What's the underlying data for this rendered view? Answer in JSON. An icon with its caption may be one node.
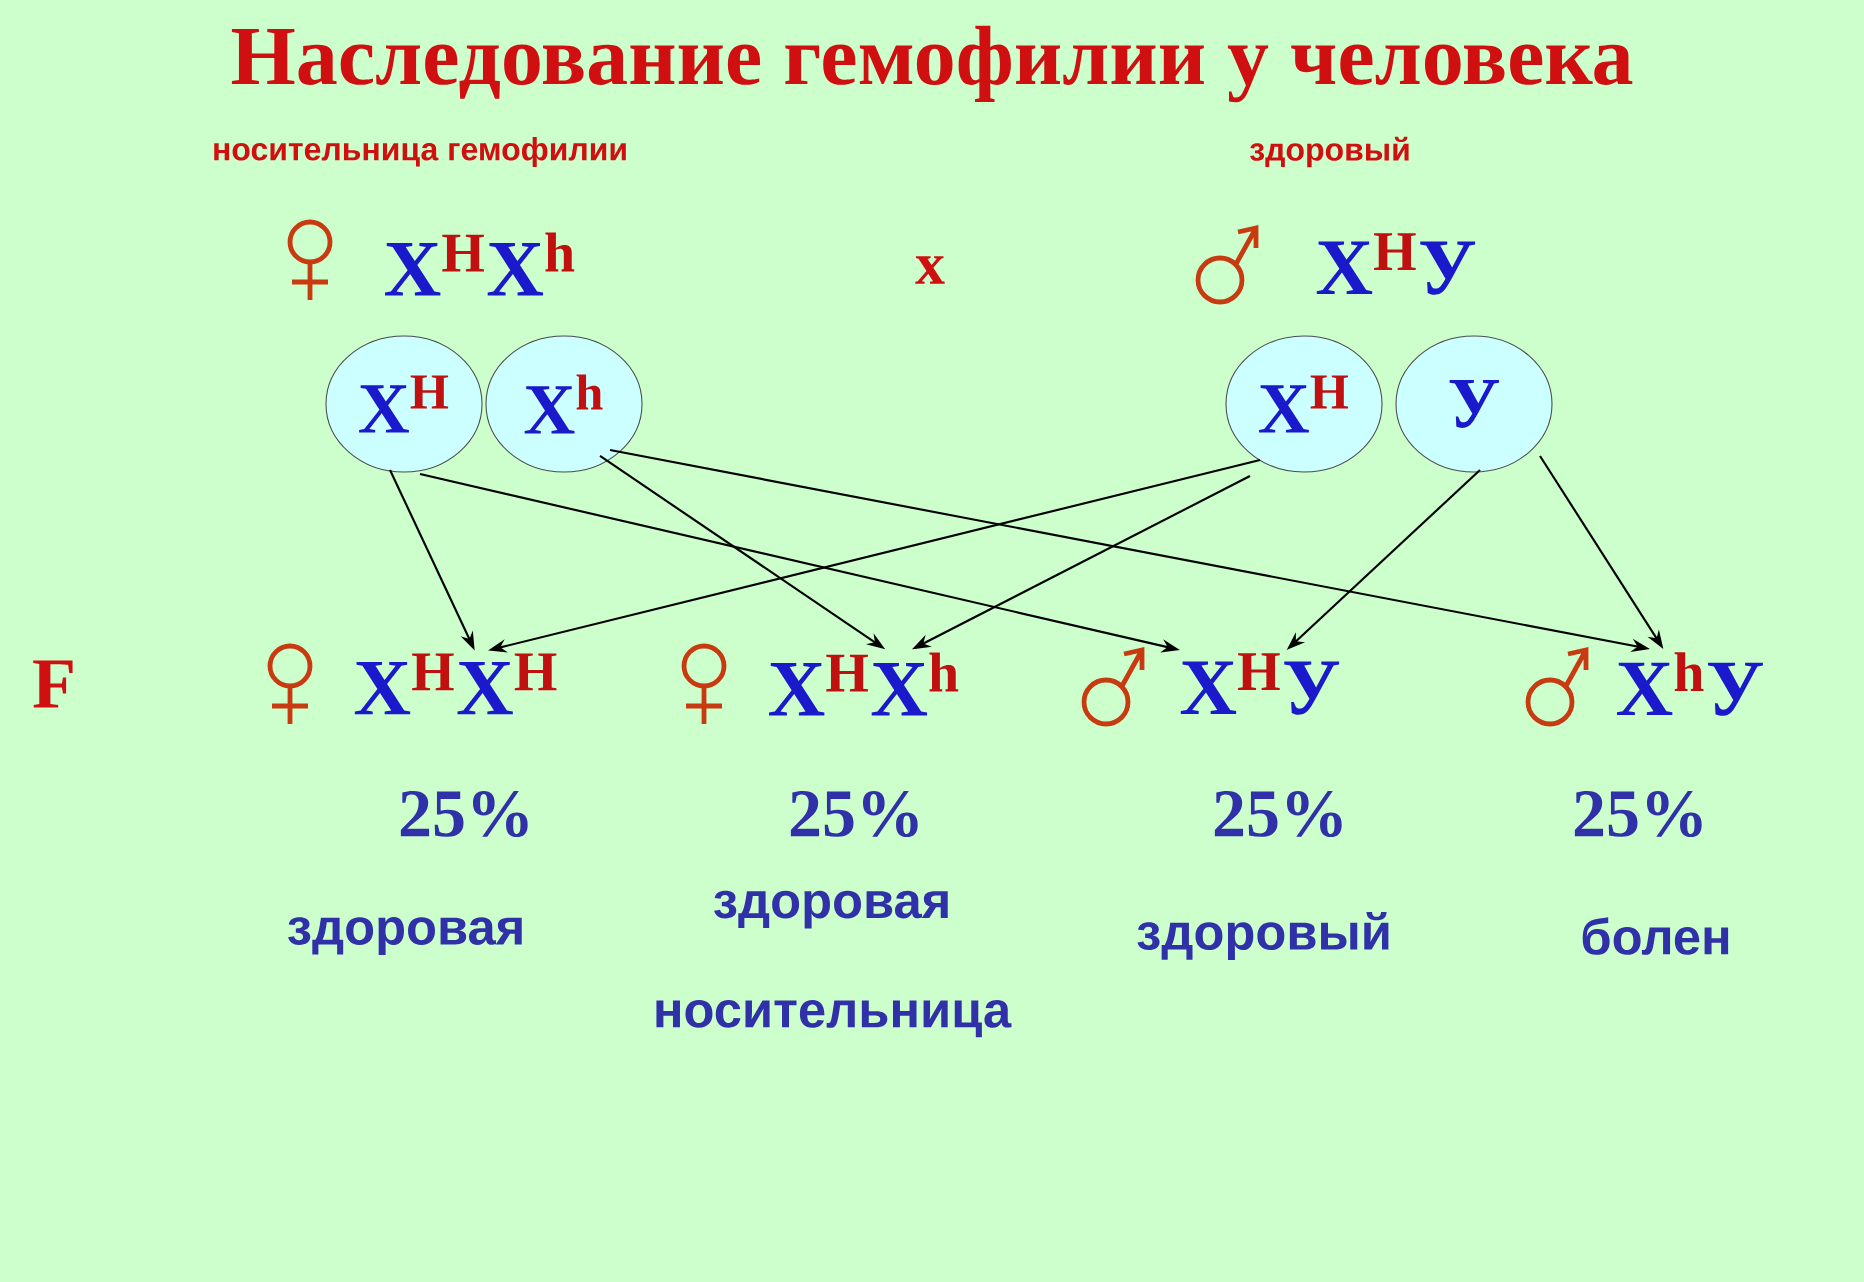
{
  "diagram": {
    "title": "Наследование гемофилии у человека",
    "nodes": [
      {
        "text": [
          "X$^{H}$"
        ]
      },
      {
        "text": [
          "X$^{h}$"
        ]
      },
      {
        "text": [
          "X$^{H}$"
        ]
      },
      {
        "text": [
          "У"
        ]
      },
      {
        "text": [
          "X$^{H}$X$^{H}$"
        ],
        "beside": [
          "25%",
          "здоровая"
        ]
      },
      {
        "text": [
          "X$^{H}$X$^{h}$"
        ],
        "beside": [
          "25%",
          "здоровая носительница"
        ]
      },
      {
        "text": [
          "X$^{H}$У"
        ],
        "beside": [
          "25%",
          "здоровый"
        ]
      },
      {
        "text": [
          "X$^{h}$У"
        ],
        "beside": [
          "25%",
          "болен"
        ]
      }
    ],
    "edges": [
      {
        "from": 0,
        "to": 4,
        "arrow": "to"
      },
      {
        "from": 0,
        "to": 6,
        "arrow": "to"
      },
      {
        "from": 1,
        "to": 5,
        "arrow": "to"
      },
      {
        "from": 1,
        "to": 7,
        "arrow": "to"
      },
      {
        "from": 2,
        "to": 4,
        "arrow": "to"
      },
      {
        "from": 2,
        "to": 5,
        "arrow": "to"
      },
      {
        "from": 3,
        "to": 6,
        "arrow": "to"
      },
      {
        "from": 3,
        "to": 7,
        "arrow": "to"
      }
    ],
    "labels": [
      "носительница гемофилии",
      "здоровый",
      "X$^{H}$X$^{h}$",
      "x",
      "X$^{H}$У",
      "F"
    ]
  }
}
